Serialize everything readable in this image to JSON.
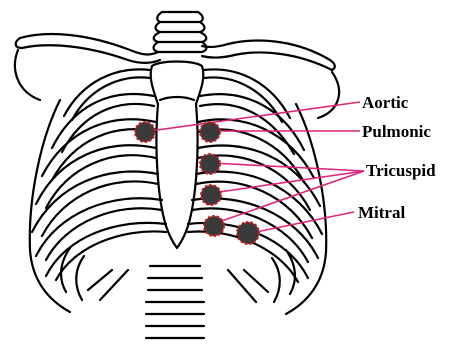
{
  "colors": {
    "background": "#ffffff",
    "line": "#000000",
    "leader": "#e0257a",
    "site_fill": "#3a3a3a",
    "site_outline": "#d11a1a"
  },
  "labels": {
    "aortic": "Aortic",
    "pulmonic": "Pulmonic",
    "tricuspid": "Tricuspid",
    "mitral": "Mitral"
  }
}
